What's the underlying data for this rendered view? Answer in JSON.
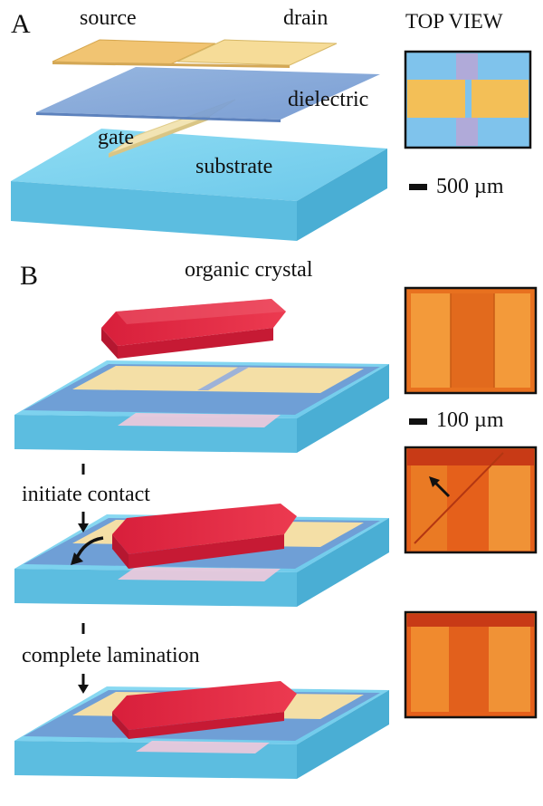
{
  "panel_a": {
    "letter": "A",
    "labels": {
      "source": "source",
      "drain": "drain",
      "dielectric": "dielectric",
      "gate": "gate",
      "substrate": "substrate"
    },
    "top_view": "TOP VIEW",
    "scale_bar": "500 µm"
  },
  "panel_b": {
    "letter": "B",
    "organic_crystal": "organic crystal",
    "scale_bar": "100 µm",
    "step_initiate": "initiate contact",
    "step_complete": "complete lamination"
  },
  "colors": {
    "substrate": "#7fd3ee",
    "substrate_side": "#5cbfe2",
    "dielectric": "#7fa8da",
    "electrode": "#f5d68a",
    "gate": "#f2e1ad",
    "crystal": "#e4263f",
    "photo_bg": "#e8701e"
  }
}
